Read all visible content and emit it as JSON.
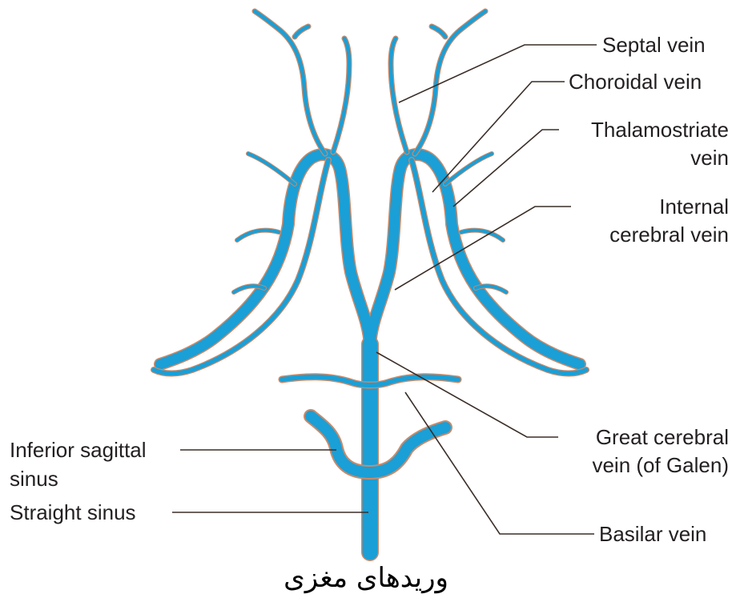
{
  "labels": {
    "septal_vein": "Septal vein",
    "choroidal_vein": "Choroidal vein",
    "thalamostriate_vein_1": "Thalamostriate",
    "thalamostriate_vein_2": "vein",
    "internal_cerebral_vein_1": "Internal",
    "internal_cerebral_vein_2": "cerebral vein",
    "great_cerebral_vein_1": "Great cerebral",
    "great_cerebral_vein_2": "vein (of Galen)",
    "basilar_vein": "Basilar vein",
    "inferior_sagittal_sinus_1": "Inferior sagittal",
    "inferior_sagittal_sinus_2": "sinus",
    "straight_sinus": "Straight sinus"
  },
  "caption": "وریدهای    مغزی",
  "colors": {
    "vein_fill": "#1a9fd6",
    "vein_outline": "#c98a6a",
    "leader_line": "#3a2e28",
    "text": "#231f20"
  }
}
